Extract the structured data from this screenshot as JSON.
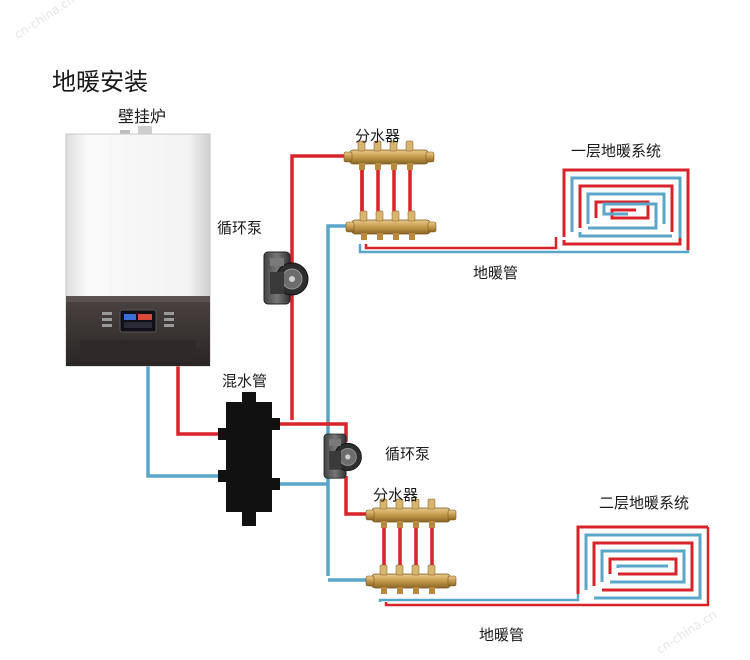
{
  "title": "地暖安装",
  "labels": {
    "boiler": "壁挂炉",
    "pump_top": "循环泵",
    "manifold_top": "分水器",
    "system_1": "一层地暖系统",
    "floor_pipe_top": "地暖管",
    "mixing_tank": "混水管",
    "pump_bottom": "循环泵",
    "manifold_bottom": "分水器",
    "system_2": "二层地暖系统",
    "floor_pipe_bottom": "地暖管"
  },
  "watermark": "cn-china.cn",
  "colors": {
    "supply": "#d9232a",
    "return": "#5aa6c8",
    "tank": "#111111",
    "brass": "#c49a4c",
    "boiler_body": "#f1f1f1",
    "boiler_panel": "#3d3736"
  }
}
